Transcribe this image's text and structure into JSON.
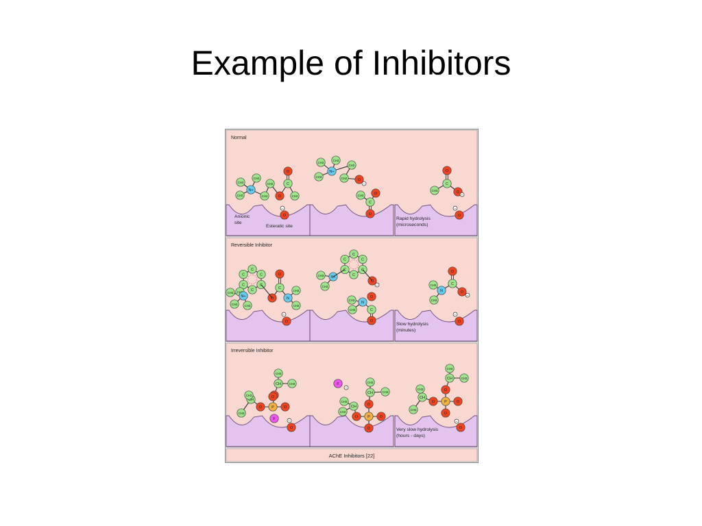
{
  "slide": {
    "title": "Example of Inhibitors"
  },
  "colors": {
    "panel_bg": "#f8d8d0",
    "enzyme": "#e2c4ee",
    "green_atom": "#9ee48a",
    "oxygen": "#ee4422",
    "nitrogen": "#66ccee",
    "phosphorus": "#f2b040",
    "fluorine": "#ee55ee"
  },
  "figure": {
    "caption": "AChE Inhibitors [22]",
    "sections": [
      {
        "id": "normal",
        "title": "Normal",
        "labels": {
          "anionic": "Anionic site",
          "esteratic": "Esteratic site",
          "note": "Rapid hydrolysis (microseconds)"
        }
      },
      {
        "id": "reversible",
        "title": "Reversible Inhibitor",
        "labels": {
          "note": "Slow hydrolysis (minutes)"
        }
      },
      {
        "id": "irreversible",
        "title": "Irreversible Inhibitor",
        "labels": {
          "note": "Very slow hydrolysis (hours - days)"
        }
      }
    ]
  }
}
